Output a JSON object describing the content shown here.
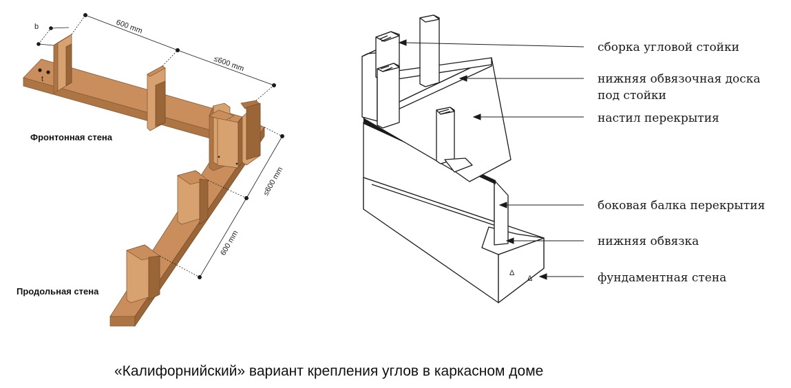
{
  "left_drawing": {
    "dimensions": {
      "top_span": "600 mm",
      "top_span_max": "≤600 mm",
      "side_span_max": "≤600 mm",
      "side_span": "600 mm",
      "b": "b",
      "t": "t"
    },
    "labels": {
      "gable_wall": "Фронтонная стена",
      "long_wall": "Продольная стена"
    },
    "colors": {
      "wood": "#c98e5c"
    }
  },
  "right_drawing": {
    "callouts": [
      "сборка угловой стойки",
      "нижняя обвязочная доска",
      "под стойки",
      "настил перекрытия",
      "боковая балка перекрытия",
      "нижняя обвязка",
      "фундаментная стена"
    ]
  },
  "caption": "«Калифорнийский» вариант крепления углов в каркасном доме"
}
